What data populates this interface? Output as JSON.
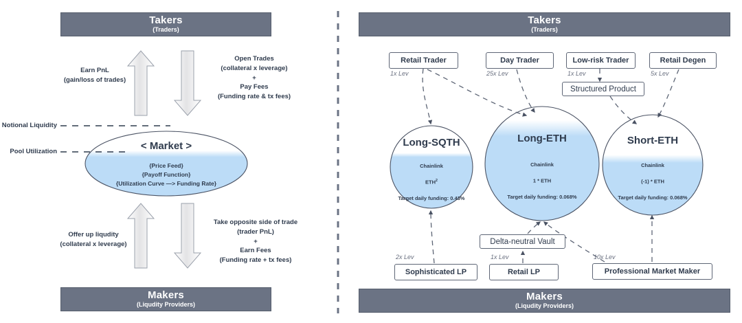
{
  "left_panel": {
    "takers_bar": {
      "title": "Takers",
      "subtitle": "(Traders)"
    },
    "makers_bar": {
      "title": "Makers",
      "subtitle": "(Liqudity Providers)"
    },
    "flows": [
      {
        "name": "earn-pnl",
        "text": "Earn PnL\n(gain/loss of trades)"
      },
      {
        "name": "open-trades",
        "text": "Open Trades\n(collateral x leverage)\n+\nPay Fees\n(Funding rate &  tx fees)"
      },
      {
        "name": "offer-liquidity",
        "text": "Offer up liqudity\n(collateral  x leverage)"
      },
      {
        "name": "take-opposite",
        "text": "Take opposite side of trade\n(trader PnL)\n+\nEarn Fees\n(Funding rate + tx fees)"
      }
    ],
    "axis_labels": [
      {
        "name": "notional-liquidity",
        "text": "Notional Liquidity"
      },
      {
        "name": "pool-utilization",
        "text": "Pool Utilization"
      }
    ],
    "market": {
      "title": "< Market >",
      "body": "{Price Feed}\n{Payoff Function}\n{Utilization Curve —> Funding Rate}"
    }
  },
  "right_panel": {
    "takers_bar": {
      "title": "Takers",
      "subtitle": "(Traders)"
    },
    "makers_bar": {
      "title": "Makers",
      "subtitle": "(Liqudity Providers)"
    },
    "taker_actors": [
      {
        "name": "retail-trader",
        "label": "Retail Trader",
        "leverage": "1x Lev"
      },
      {
        "name": "day-trader",
        "label": "Day Trader",
        "leverage": "25x Lev"
      },
      {
        "name": "low-risk-trader",
        "label": "Low-risk Trader",
        "leverage": "1x Lev"
      },
      {
        "name": "retail-degen",
        "label": "Retail Degen",
        "leverage": "5x Lev"
      }
    ],
    "intermediaries": [
      {
        "name": "structured-product",
        "label": "Structured Product"
      },
      {
        "name": "delta-neutral-vault",
        "label": "Delta-neutral Vault"
      }
    ],
    "markets": [
      {
        "name": "long-sqth",
        "title": "Long-SQTH",
        "oracle": "Chainlink",
        "payoff": "ETH",
        "payoff_sup": "2",
        "funding": "Target daily funding: 0.43%"
      },
      {
        "name": "long-eth",
        "title": "Long-ETH",
        "oracle": "Chainlink",
        "payoff": "1 * ETH",
        "payoff_sup": "",
        "funding": "Target daily funding: 0.068%"
      },
      {
        "name": "short-eth",
        "title": "Short-ETH",
        "oracle": "Chainlink",
        "payoff": "(-1) * ETH",
        "payoff_sup": "",
        "funding": "Target daily funding: 0.068%"
      }
    ],
    "maker_actors": [
      {
        "name": "sophisticated-lp",
        "label": "Sophisticated LP",
        "leverage": "2x Lev"
      },
      {
        "name": "retail-lp",
        "label": "Retail LP",
        "leverage": "1x Lev"
      },
      {
        "name": "professional-market-maker",
        "label": "Professional Market Maker",
        "leverage": "10x Lev"
      }
    ]
  },
  "colors": {
    "bar_fill": "#6b7384",
    "bar_border": "#555d6c",
    "pool_fill": "#bcdcf7",
    "stroke": "#4a5263",
    "text": "#2f3b4d",
    "muted": "#6a7080"
  }
}
